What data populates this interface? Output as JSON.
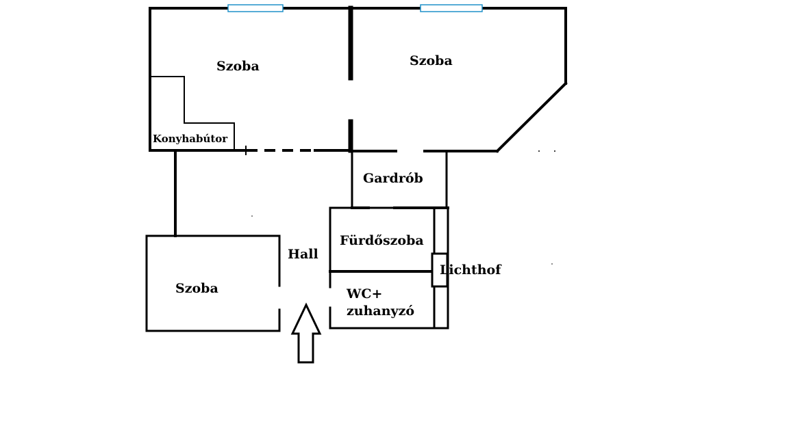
{
  "colors": {
    "wall": "#000000",
    "window": "#1e90c8",
    "background": "#ffffff"
  },
  "rooms": {
    "szoba_top_left": "Szoba",
    "szoba_top_right": "Szoba",
    "szoba_bottom_left": "Szoba",
    "konyhabutor": "Konyhabútor",
    "gardrob": "Gardrób",
    "hall": "Hall",
    "furdoszoba": "Fürdőszoba",
    "wc_line1": "WC+",
    "wc_line2": "zuhanyzó",
    "lichthof": "Lichthof"
  },
  "icons": {
    "entrance": "entrance-arrow-icon"
  }
}
